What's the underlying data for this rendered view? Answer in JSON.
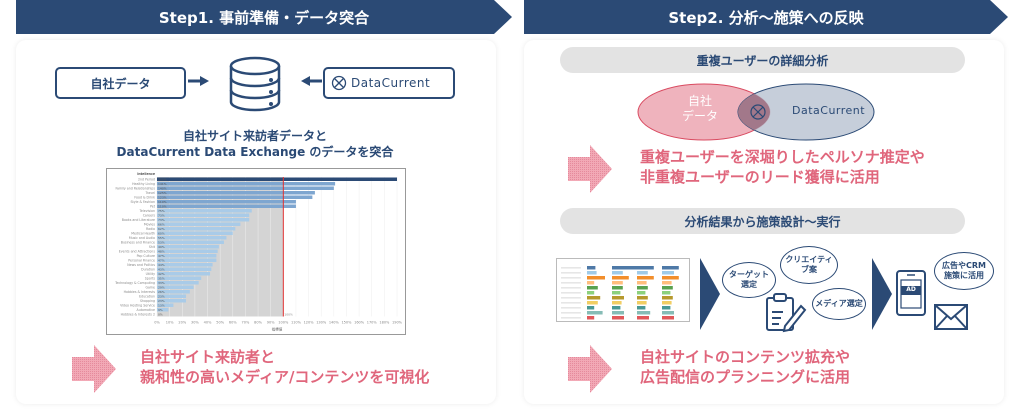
{
  "step1": {
    "header": "Step1. 事前準備・データ突合",
    "own_data_label": "自社データ",
    "datacurrent_label": "DataCurrent",
    "title_line1": "自社サイト来訪者データと",
    "title_line2": "DataCurrent Data Exchange のデータを突合",
    "result_line1": "自社サイト来訪者と",
    "result_line2": "親和性の高いメディア/コンテンツを可視化"
  },
  "step2": {
    "header": "Step2. 分析〜施策への反映",
    "section1_title": "重複ユーザーの詳細分析",
    "venn_left_line1": "自社",
    "venn_left_line2": "データ",
    "venn_right": "DataCurrent",
    "result1_line1": "重複ユーザーを深堀りしたペルソナ推定や",
    "result1_line2": "非重複ユーザーのリード獲得に活用",
    "section2_title": "分析結果から施策設計〜実行",
    "bubble_target_line1": "ターゲット",
    "bubble_target_line2": "選定",
    "bubble_creative_line1": "クリエイティ",
    "bubble_creative_line2": "ブ案",
    "bubble_media": "メディア選定",
    "bubble_ad_line1": "広告やCRM",
    "bubble_ad_line2": "施策に活用",
    "ad_label": "AD",
    "result2_line1": "自社サイトのコンテンツ拡充や",
    "result2_line2": "広告配信のプランニングに活用"
  },
  "colors": {
    "navy": "#2b4a75",
    "pink": "#e0667c",
    "pill": "#e3e3e3",
    "venn_pink": "#efb3bd",
    "venn_blue": "#bcc5d4",
    "ref_line": "#e03030"
  },
  "chart_data": {
    "type": "bar",
    "orientation": "horizontal",
    "title": "",
    "legend_title": "Intellence",
    "xlabel": "指標値",
    "ylabel": "",
    "categories": [
      "2nd Period",
      "Healthy Living",
      "Family and Relationships",
      "Travel",
      "Food & Drink",
      "Style & Fashion",
      "Pet",
      "Television",
      "Careers",
      "Books and Literature",
      "Movies",
      "Radio",
      "Medical Health",
      "Music and Audio",
      "Business and Finance",
      "Shit",
      "Events and Attractions",
      "Pop Culture",
      "Personal Finance",
      "News and Politics",
      "Duration",
      "Utility",
      "Sports",
      "Technology & Computing",
      "Game",
      "Hobbies & Interests",
      "Education",
      "Shopping",
      "Video Hosting Service",
      "Automotive",
      "Hobbies & Interests 2"
    ],
    "values": [
      200,
      141,
      140,
      125,
      123,
      110,
      110,
      75,
      73,
      73,
      66,
      62,
      60,
      55,
      53,
      49,
      48,
      47,
      47,
      44,
      43,
      42,
      35,
      33,
      29,
      26,
      23,
      23,
      13,
      9,
      0
    ],
    "xlim": [
      0,
      190
    ],
    "xticks": [
      "0%",
      "10%",
      "20%",
      "30%",
      "40%",
      "50%",
      "60%",
      "70%",
      "80%",
      "90%",
      "100%",
      "110%",
      "120%",
      "130%",
      "140%",
      "150%",
      "160%",
      "170%",
      "180%",
      "190%"
    ],
    "reference_line": {
      "x": 100,
      "label": "100%"
    },
    "grid": true
  }
}
